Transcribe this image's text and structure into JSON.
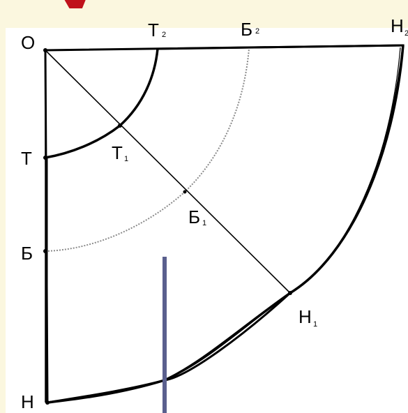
{
  "diagram": {
    "points": [
      {
        "id": "O",
        "base": "O",
        "sub": ""
      },
      {
        "id": "T2",
        "base": "Т",
        "sub": "2"
      },
      {
        "id": "B2",
        "base": "Б",
        "sub": "2"
      },
      {
        "id": "H2",
        "base": "Н",
        "sub": "2"
      },
      {
        "id": "T",
        "base": "Т",
        "sub": ""
      },
      {
        "id": "T1",
        "base": "Т",
        "sub": "1"
      },
      {
        "id": "B",
        "base": "Б",
        "sub": ""
      },
      {
        "id": "B1",
        "base": "Б",
        "sub": "1"
      },
      {
        "id": "H1",
        "base": "Н",
        "sub": "1"
      },
      {
        "id": "H",
        "base": "Н",
        "sub": ""
      }
    ],
    "colors": {
      "background": "#fbf7df",
      "panel": "#ffffff",
      "stroke": "#000000",
      "guide": "#8a8a8a",
      "pointer": "#5a5f8e",
      "accent": "#c0121c"
    }
  }
}
